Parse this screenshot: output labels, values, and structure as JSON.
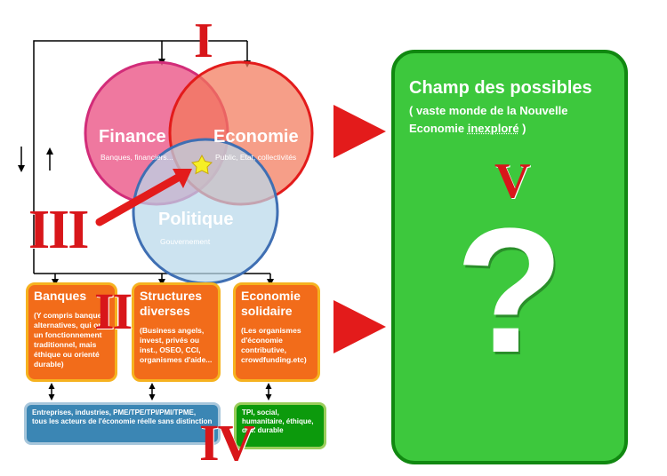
{
  "roman": {
    "i": "I",
    "ii": "II",
    "iii": "III",
    "iv": "IV",
    "v": "V"
  },
  "circles": {
    "finance": {
      "title": "Finance",
      "subtitle": "Banques, financiers..."
    },
    "economie": {
      "title": "Economie",
      "subtitle": "Public, Etat, collectivités"
    },
    "politique": {
      "title": "Politique",
      "subtitle": "Gouvernement"
    }
  },
  "boxes": {
    "banques": {
      "title": "Banques",
      "desc": "(Y compris banques alternatives, qui ont un fonctionnement traditionnel, mais éthique ou orienté durable)"
    },
    "structures": {
      "title": "Structures diverses",
      "desc": "(Business angels, invest, privés ou inst., OSEO, CCI, organismes d'aide..."
    },
    "solidaire": {
      "title": "Economie solidaire",
      "desc": "(Les organismes d'économie contributive, crowdfunding.etc)"
    }
  },
  "bottom": {
    "entreprises": "Entreprises, industries, PME/TPE/TPI/PMI/TPME, tous les acteurs de l'économie réelle sans distinction",
    "tpi": "TPI, social, humanitaire, éthique, dév. durable"
  },
  "champ": {
    "title": "Champ des possibles",
    "subtitle_line1": "( vaste monde de la Nouvelle",
    "subtitle_line2_a": "Economie ",
    "subtitle_line2_b": "inexploré",
    "subtitle_line2_c": " )",
    "question": "?"
  },
  "colors": {
    "red": "#d8161a",
    "finance": "#ec5a8a",
    "economie": "#f2795a",
    "politique": "#b9d8ea",
    "orange_box": "#f26c1a",
    "green": "#3dc83d"
  }
}
